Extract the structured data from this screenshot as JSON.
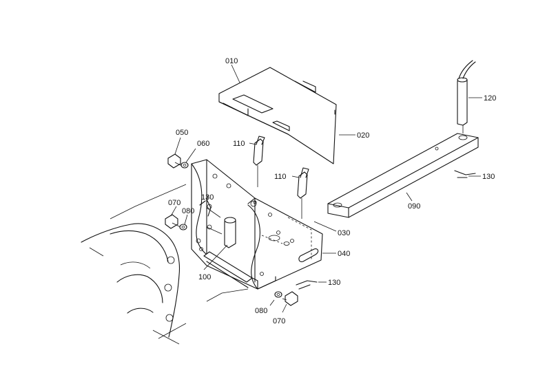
{
  "callouts": {
    "c010": "010",
    "c020": "020",
    "c030": "030",
    "c040": "040",
    "c050": "050",
    "c060": "060",
    "c070a": "070",
    "c070b": "070",
    "c080a": "080",
    "c080b": "080",
    "c090": "090",
    "c100": "100",
    "c110a": "110",
    "c110b": "110",
    "c120": "120",
    "c130a": "130",
    "c130b": "130",
    "c130c": "130"
  },
  "colors": {
    "line": "#111111",
    "background": "#ffffff"
  }
}
